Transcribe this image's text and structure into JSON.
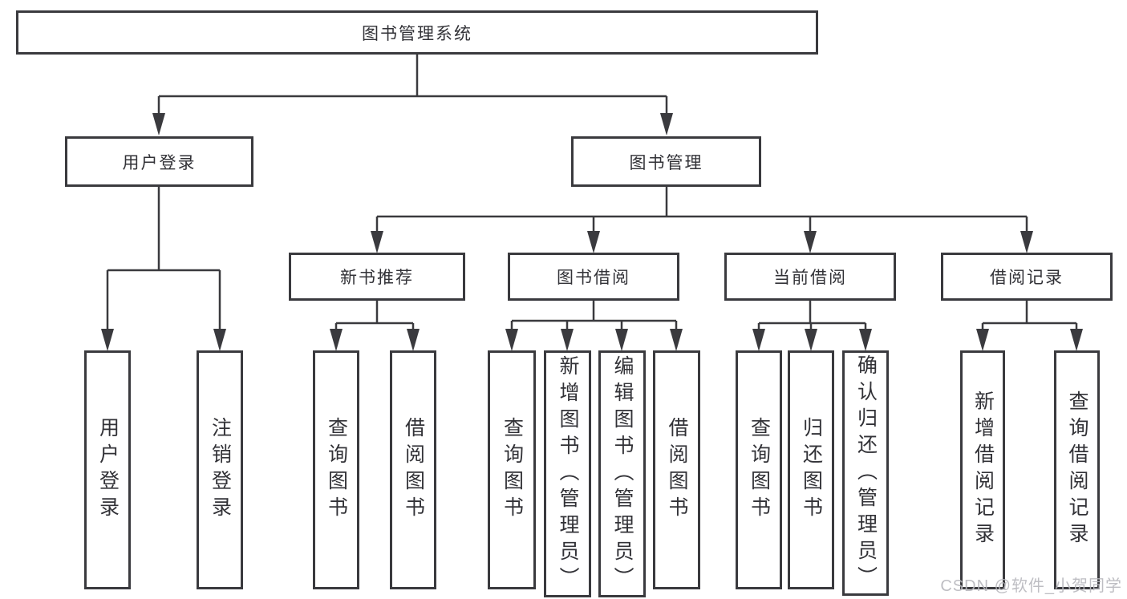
{
  "tree": {
    "root": {
      "label": "图书管理系统"
    },
    "branches": [
      {
        "label": "用户登录",
        "children": [
          {
            "label": "用户登录"
          },
          {
            "label": "注销登录"
          }
        ]
      },
      {
        "label": "图书管理",
        "sections": [
          {
            "label": "新书推荐",
            "children": [
              {
                "label": "查询图书"
              },
              {
                "label": "借阅图书"
              }
            ]
          },
          {
            "label": "图书借阅",
            "children": [
              {
                "label": "查询图书"
              },
              {
                "label": "新增图书（管理员）"
              },
              {
                "label": "编辑图书（管理员）"
              },
              {
                "label": "借阅图书"
              }
            ]
          },
          {
            "label": "当前借阅",
            "children": [
              {
                "label": "查询图书"
              },
              {
                "label": "归还图书"
              },
              {
                "label": "确认归还（管理员）"
              }
            ]
          },
          {
            "label": "借阅记录",
            "children": [
              {
                "label": "新增借阅记录"
              },
              {
                "label": "查询借阅记录"
              }
            ]
          }
        ]
      }
    ]
  },
  "watermark": "CSDN @软件_小贺同学",
  "colors": {
    "line": "#3a3a3e",
    "text": "#323237",
    "watermark": "#b9b9bd",
    "background": "#ffffff"
  }
}
